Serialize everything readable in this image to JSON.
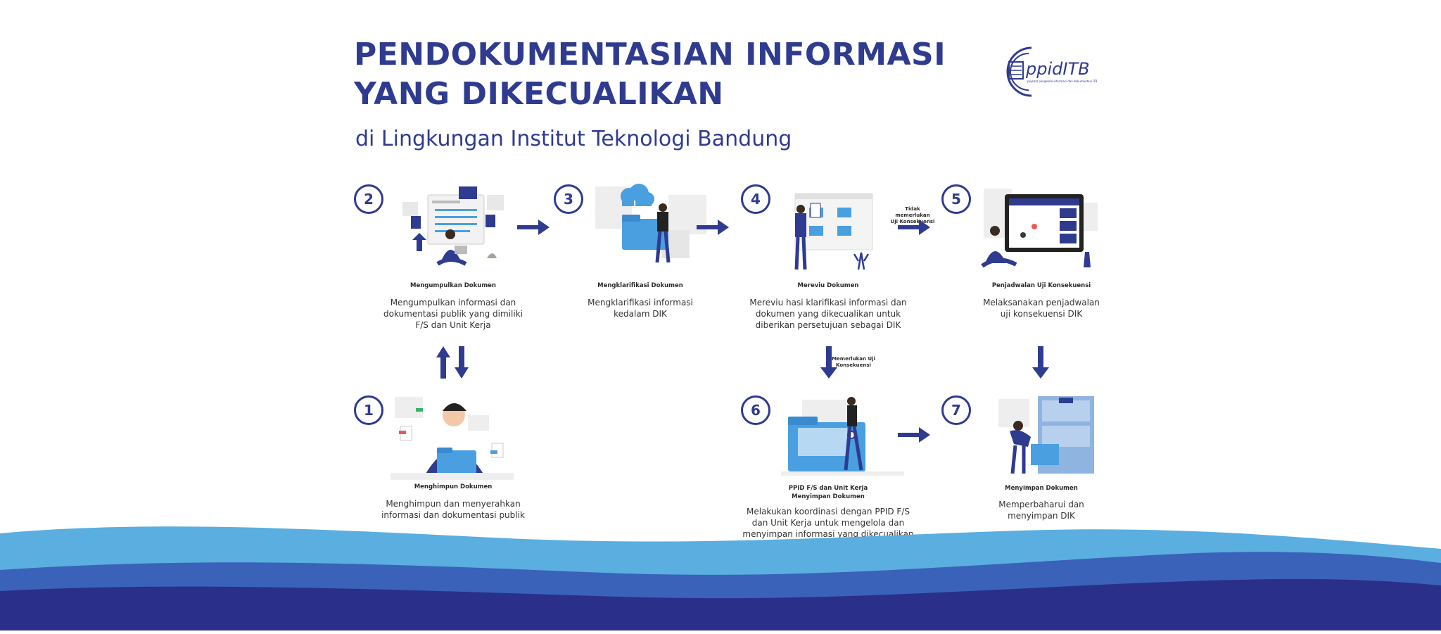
{
  "header": {
    "title_line1": "PENDOKUMENTASIAN INFORMASI",
    "title_line2": "YANG DIKECUALIKAN",
    "subtitle": "di Lingkungan Institut Teknologi Bandung"
  },
  "logo": {
    "text": "ppidITB",
    "tagline": "pejabat pengelola informasi dan dokumentasi ITB"
  },
  "colors": {
    "primary": "#2f3b8f",
    "accent": "#4a9fe0",
    "wave_light": "#5aaee0",
    "wave_mid": "#3a62b8",
    "wave_dark": "#2a2f8a"
  },
  "steps": [
    {
      "number": "1",
      "icon": "person-with-folder-illustration",
      "title": "Menghimpun Dokumen",
      "description_lines": [
        "Menghimpun dan menyerahkan",
        "informasi dan dokumentasi publik"
      ]
    },
    {
      "number": "2",
      "icon": "person-collecting-documents-illustration",
      "title": "Mengumpulkan Dokumen",
      "description_lines": [
        "Mengumpulkan informasi dan",
        "dokumentasi publik yang dimiliki",
        "F/S dan Unit Kerja"
      ]
    },
    {
      "number": "3",
      "icon": "person-with-cloud-folder-illustration",
      "title": "Mengklarifikasi Dokumen",
      "description_lines": [
        "Mengklarifikasi informasi",
        "kedalam DIK"
      ]
    },
    {
      "number": "4",
      "icon": "person-reviewing-files-illustration",
      "title": "Mereviu Dokumen",
      "description_lines": [
        "Mereviu hasi klarifikasi informasi dan",
        "dokumen yang dikecualikan untuk",
        "diberikan persetujuan sebagai DIK"
      ]
    },
    {
      "number": "5",
      "icon": "person-with-calendar-illustration",
      "title": "Penjadwalan Uji Konsekuensi",
      "description_lines": [
        "Melaksanakan penjadwalan",
        "uji konsekuensi DIK"
      ]
    },
    {
      "number": "6",
      "icon": "person-with-large-folder-illustration",
      "title_lines": [
        "PPID F/S dan Unit Kerja",
        "Menyimpan Dokumen"
      ],
      "description_lines": [
        "Melakukan koordinasi dengan PPID F/S",
        "dan Unit Kerja untuk mengelola dan",
        "menyimpan informasi yang dikecualikan"
      ]
    },
    {
      "number": "7",
      "icon": "person-at-filing-cabinet-illustration",
      "title": "Menyimpan Dokumen",
      "description_lines": [
        "Memperbaharui dan",
        "menyimpan DIK"
      ]
    }
  ],
  "conditions": {
    "no_test_lines": [
      "Tidak memerlukan",
      "Uji Konsekuensi"
    ],
    "test_lines": [
      "Memerlukan Uji",
      "Konsekuensi"
    ]
  }
}
